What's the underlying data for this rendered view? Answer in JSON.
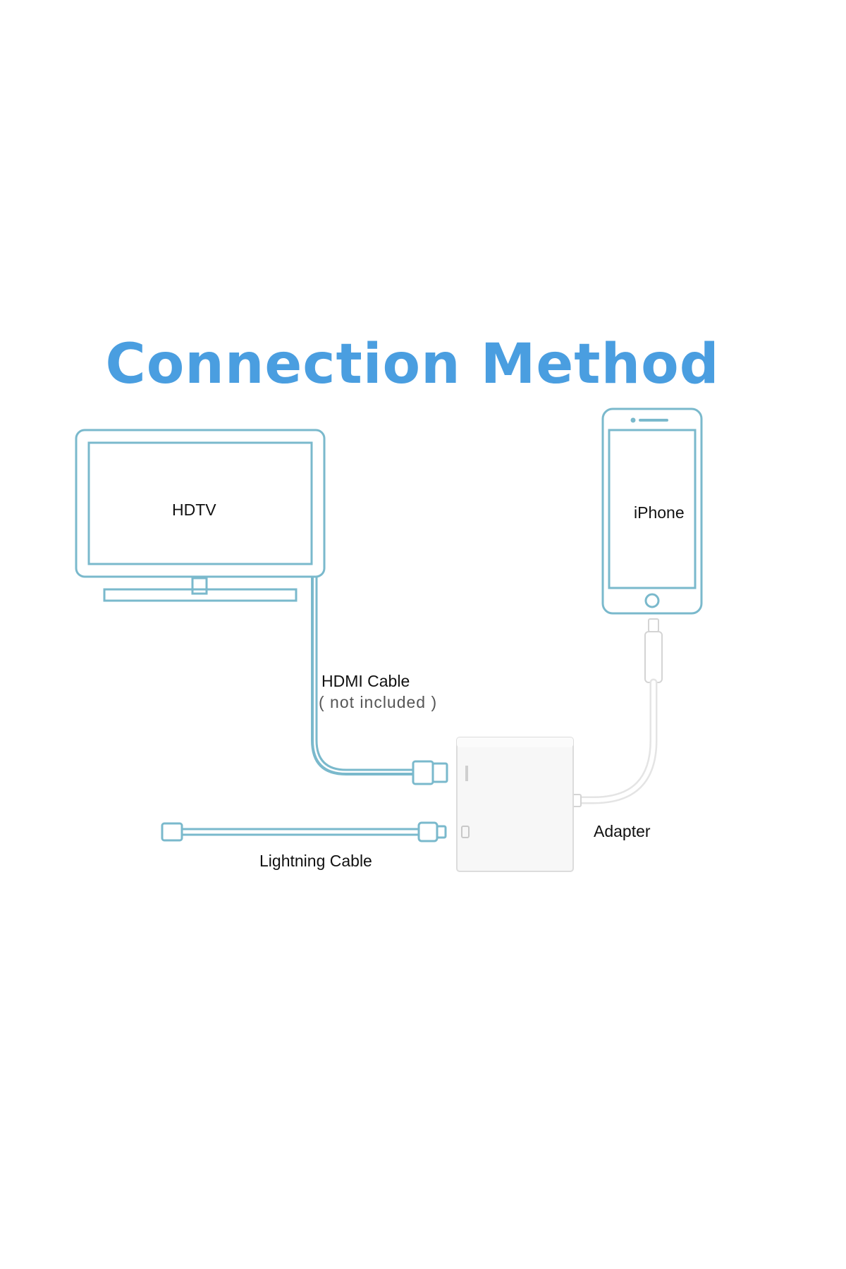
{
  "title": "Connection Method",
  "labels": {
    "hdtv": "HDTV",
    "iphone": "iPhone",
    "hdmi_cable": "HDMI Cable",
    "hdmi_note": "( not included )",
    "adapter": "Adapter",
    "lightning_cable": "Lightning Cable"
  },
  "colors": {
    "title": "#4a9ee0",
    "outline": "#7ab9cc",
    "cable": "#7ab9cc",
    "adapter_body": "#f7f7f7",
    "adapter_edge": "#dcdcdc",
    "white_cable": "#e4e4e4"
  },
  "icons": [
    "hdtv-icon",
    "iphone-icon",
    "hdmi-plug-icon",
    "lightning-plug-icon",
    "adapter-icon"
  ]
}
